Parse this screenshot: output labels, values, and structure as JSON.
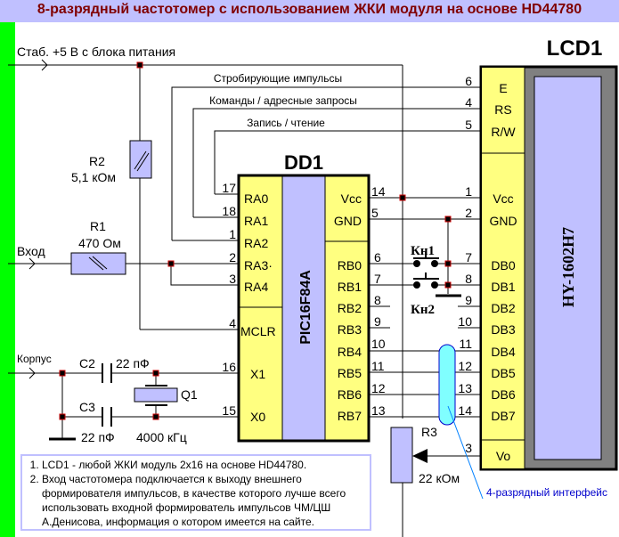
{
  "title": "8-разрядный частотомер с использованием ЖКИ модуля на основе HD44780",
  "colors": {
    "header_bg": "#c0c0ff",
    "title": "#800000",
    "side_bar": "#00ff00",
    "ic_yellow": "#ffff80",
    "ic_blue": "#c0c0ff",
    "lcd_frame": "#808080",
    "junction": "#cc0000",
    "bus_highlight": "#80ffff",
    "annotation": "#0000cc"
  },
  "inputs": {
    "power": "Стаб.  +5 В  с блока питания",
    "signal": "Вход",
    "ground": "Корпус"
  },
  "signals": {
    "strobe": "Стробирующие импульсы",
    "commands": "Команды / адресные запросы",
    "rw": "Запись / чтение"
  },
  "components": {
    "r2": {
      "ref": "R2",
      "value": "5,1 кОм"
    },
    "r1": {
      "ref": "R1",
      "value": "470 Ом"
    },
    "r3": {
      "ref": "R3",
      "value": "22 кОм"
    },
    "c2": {
      "ref": "C2",
      "value": "22 пФ"
    },
    "c3": {
      "ref": "C3",
      "value": "22 пФ"
    },
    "q1": {
      "ref": "Q1",
      "value": "4000 кГц"
    },
    "kn1": "Кн1",
    "kn2": "Кн2"
  },
  "dd1": {
    "ref": "DD1",
    "part": "PIC16F84A",
    "left_pins": [
      {
        "num": "17",
        "name": "RA0"
      },
      {
        "num": "18",
        "name": "RA1"
      },
      {
        "num": "1",
        "name": "RA2"
      },
      {
        "num": "2",
        "name": "RA3·"
      },
      {
        "num": "3",
        "name": "RA4"
      },
      {
        "num": "4",
        "name": "MCLR"
      },
      {
        "num": "16",
        "name": "X1"
      },
      {
        "num": "15",
        "name": "X0"
      }
    ],
    "right_pins": [
      {
        "num": "14",
        "name": "Vcc"
      },
      {
        "num": "5",
        "name": "GND"
      },
      {
        "num": "6",
        "name": "RB0"
      },
      {
        "num": "7",
        "name": "RB1"
      },
      {
        "num": "8",
        "name": "RB2"
      },
      {
        "num": "9",
        "name": "RB3"
      },
      {
        "num": "10",
        "name": "RB4"
      },
      {
        "num": "11",
        "name": "RB5"
      },
      {
        "num": "12",
        "name": "RB6"
      },
      {
        "num": "13",
        "name": "RB7"
      }
    ]
  },
  "lcd1": {
    "ref": "LCD1",
    "part": "HY-1602H7",
    "pins": [
      {
        "num": "6",
        "name": "E"
      },
      {
        "num": "4",
        "name": "RS"
      },
      {
        "num": "5",
        "name": "R/W"
      },
      {
        "num": "1",
        "name": "Vcc"
      },
      {
        "num": "2",
        "name": "GND"
      },
      {
        "num": "7",
        "name": "DB0"
      },
      {
        "num": "8",
        "name": "DB1"
      },
      {
        "num": "9",
        "name": "DB2"
      },
      {
        "num": "10",
        "name": "DB3"
      },
      {
        "num": "11",
        "name": "DB4"
      },
      {
        "num": "12",
        "name": "DB5"
      },
      {
        "num": "13",
        "name": "DB6"
      },
      {
        "num": "14",
        "name": "DB7"
      },
      {
        "num": "3",
        "name": "Vo"
      }
    ]
  },
  "annotation": "4-разрядный интерфейс",
  "notes": [
    "LCD1 - любой ЖКИ модуль 2х16 на основе HD44780.",
    "Вход частотомера подключается к выходу внешнего формирователя импульсов, в качестве которого лучше всего использовать входной формирователь импульсов ЧМ/ЦШ А.Денисова, информация о котором имеется на сайте."
  ]
}
